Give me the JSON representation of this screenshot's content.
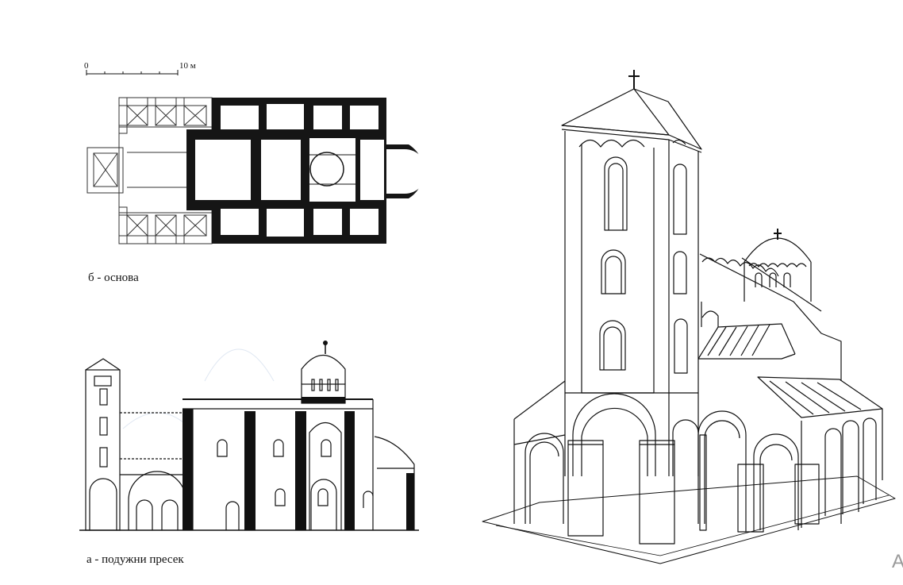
{
  "scale_bar": {
    "start": "0",
    "end": "10 м"
  },
  "plan": {
    "caption": "б - основа"
  },
  "section": {
    "caption": "а - подужни пресек"
  },
  "perspective": {
    "edge_glyph": "A"
  }
}
